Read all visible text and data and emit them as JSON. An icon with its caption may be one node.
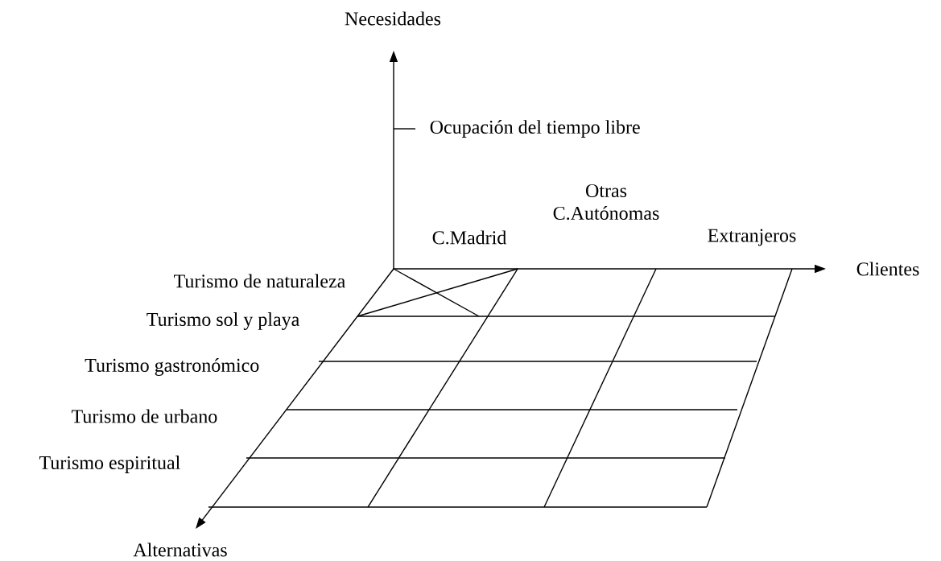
{
  "diagram": {
    "labels": [
      "Necesidades",
      "Ocupación del tiempo libre",
      "Otras C.Autónomas",
      "C.Madrid",
      "Extranjeros",
      "Clientes",
      "Turismo de naturaleza",
      "Turismo sol y playa",
      "Turismo gastronómico",
      "Turismo de urbano",
      "Turismo espiritual",
      "Alternativas"
    ]
  }
}
